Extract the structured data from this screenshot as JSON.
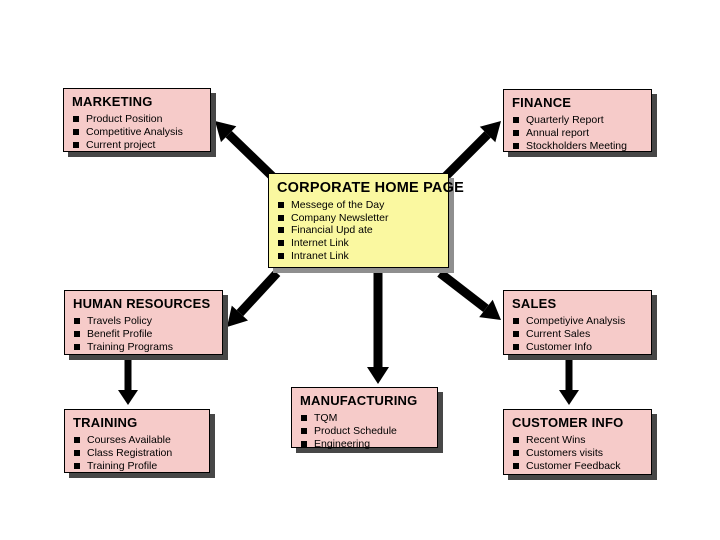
{
  "colors": {
    "background": "#ffffff",
    "node_pink": "#f6cbc9",
    "node_yellow": "#faf8a0",
    "node_border": "#000000",
    "shadow_pink_box": "#474747",
    "shadow_yellow_box": "#8f8f8f",
    "arrow": "#000000",
    "text": "#000000"
  },
  "boxes": [
    {
      "id": "marketing",
      "title": "MARKETING",
      "items": [
        "Product Position",
        "Competitive Analysis",
        "Current project"
      ]
    },
    {
      "id": "finance",
      "title": "FINANCE",
      "items": [
        "Quarterly Report",
        "Annual report",
        "Stockholders Meeting"
      ]
    },
    {
      "id": "corporate-home-page",
      "title": "CORPORATE HOME PAGE",
      "items": [
        "Messege of the Day",
        "Company Newsletter",
        "Financial Upd ate",
        "Internet Link",
        "Intranet Link"
      ]
    },
    {
      "id": "human-resources",
      "title": "HUMAN RESOURCES",
      "items": [
        "Travels Policy",
        "Benefit Profile",
        "Training Programs"
      ]
    },
    {
      "id": "sales",
      "title": "SALES",
      "items": [
        "Competiyive Analysis",
        "Current Sales",
        "Customer Info"
      ]
    },
    {
      "id": "training",
      "title": "TRAINING",
      "items": [
        "Courses Available",
        "Class Registration",
        "Training Profile"
      ]
    },
    {
      "id": "manufacturing",
      "title": "MANUFACTURING",
      "items": [
        "TQM",
        "Product Schedule",
        "Engineering"
      ]
    },
    {
      "id": "customer-info",
      "title": "CUSTOMER INFO",
      "items": [
        "Recent Wins",
        "Customers visits",
        "Customer Feedback"
      ]
    }
  ]
}
